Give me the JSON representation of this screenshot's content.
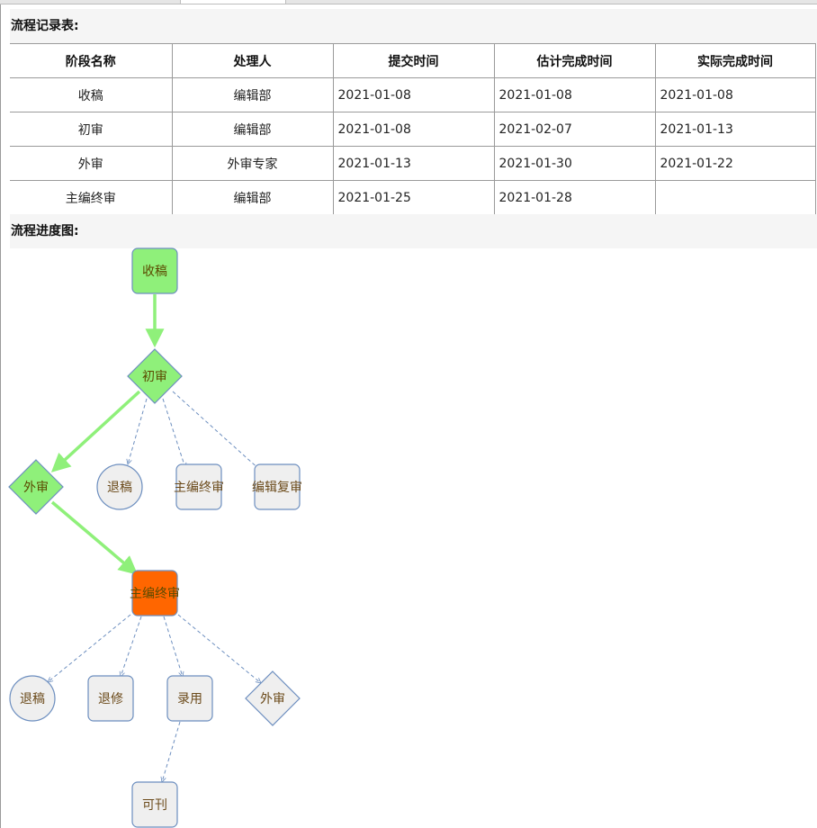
{
  "record_table": {
    "title": "流程记录表:",
    "columns": [
      "阶段名称",
      "处理人",
      "提交时间",
      "估计完成时间",
      "实际完成时间"
    ],
    "rows": [
      [
        "收稿",
        "编辑部",
        "2021-01-08",
        "2021-01-08",
        "2021-01-08"
      ],
      [
        "初审",
        "编辑部",
        "2021-01-08",
        "2021-02-07",
        "2021-01-13"
      ],
      [
        "外审",
        "外审专家",
        "2021-01-13",
        "2021-01-30",
        "2021-01-22"
      ],
      [
        "主编终审",
        "编辑部",
        "2021-01-25",
        "2021-01-28",
        ""
      ]
    ]
  },
  "progress": {
    "title": "流程进度图:",
    "colors": {
      "done_fill": "#8ff07a",
      "current_fill": "#ff6600",
      "pending_fill": "#efefef",
      "node_border": "#6c8ebf",
      "done_edge": "#8ff07a",
      "pending_edge": "#6c8ebf",
      "done_text": "#5b4a00",
      "pending_text": "#6b4a1a"
    },
    "nodes": [
      {
        "id": "n-shougao",
        "label": "收稿",
        "shape": "rounded",
        "state": "done"
      },
      {
        "id": "n-chushen",
        "label": "初审",
        "shape": "diamond",
        "state": "done"
      },
      {
        "id": "n-waishen",
        "label": "外审",
        "shape": "diamond",
        "state": "done"
      },
      {
        "id": "n-tuigao1",
        "label": "退稿",
        "shape": "circle",
        "state": "pending"
      },
      {
        "id": "n-zhubian1",
        "label": "主编终审",
        "shape": "rounded",
        "state": "pending"
      },
      {
        "id": "n-fushen",
        "label": "编辑复审",
        "shape": "rounded",
        "state": "pending"
      },
      {
        "id": "n-zhubian2",
        "label": "主编终审",
        "shape": "rounded",
        "state": "current"
      },
      {
        "id": "n-tuigao2",
        "label": "退稿",
        "shape": "circle",
        "state": "pending"
      },
      {
        "id": "n-tuixiu",
        "label": "退修",
        "shape": "rounded",
        "state": "pending"
      },
      {
        "id": "n-luyong",
        "label": "录用",
        "shape": "rounded",
        "state": "pending"
      },
      {
        "id": "n-waishen2",
        "label": "外审",
        "shape": "diamond",
        "state": "pending"
      },
      {
        "id": "n-kekan",
        "label": "可刊",
        "shape": "rounded",
        "state": "pending"
      }
    ],
    "edges": [
      {
        "from": "n-shougao",
        "to": "n-chushen",
        "state": "done"
      },
      {
        "from": "n-chushen",
        "to": "n-waishen",
        "state": "done"
      },
      {
        "from": "n-chushen",
        "to": "n-tuigao1",
        "state": "pending"
      },
      {
        "from": "n-chushen",
        "to": "n-zhubian1",
        "state": "pending"
      },
      {
        "from": "n-chushen",
        "to": "n-fushen",
        "state": "pending"
      },
      {
        "from": "n-waishen",
        "to": "n-zhubian2",
        "state": "done"
      },
      {
        "from": "n-zhubian2",
        "to": "n-tuigao2",
        "state": "pending"
      },
      {
        "from": "n-zhubian2",
        "to": "n-tuixiu",
        "state": "pending"
      },
      {
        "from": "n-zhubian2",
        "to": "n-luyong",
        "state": "pending"
      },
      {
        "from": "n-zhubian2",
        "to": "n-waishen2",
        "state": "pending"
      },
      {
        "from": "n-luyong",
        "to": "n-kekan",
        "state": "pending"
      }
    ]
  }
}
